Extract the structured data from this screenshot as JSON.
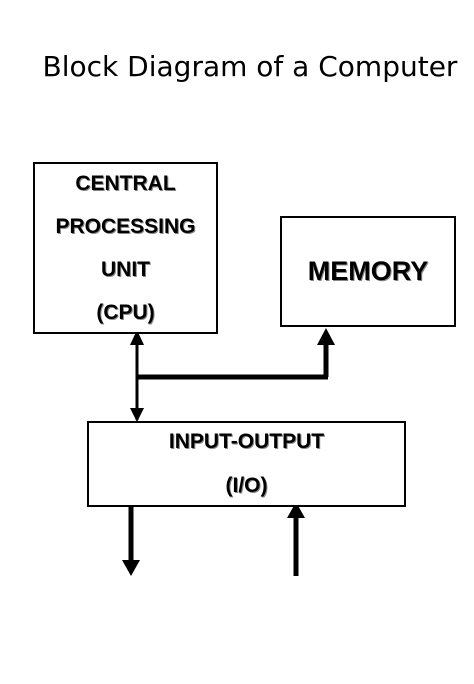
{
  "title": "Block Diagram of a Computer",
  "blocks": {
    "cpu": {
      "lines": [
        "CENTRAL",
        "PROCESSING",
        "UNIT",
        "(CPU)"
      ]
    },
    "memory": {
      "label": "MEMORY"
    },
    "io": {
      "lines": [
        "INPUT-OUTPUT",
        "(I/O)"
      ]
    }
  },
  "connections": [
    {
      "from": "cpu",
      "to": "memory",
      "direction": "bidirectional"
    },
    {
      "from": "cpu",
      "to": "io",
      "direction": "bidirectional"
    },
    {
      "from": "io",
      "to": "output",
      "direction": "out"
    },
    {
      "from": "input",
      "to": "io",
      "direction": "in"
    }
  ],
  "colors": {
    "line": "#000000",
    "background": "#ffffff"
  }
}
